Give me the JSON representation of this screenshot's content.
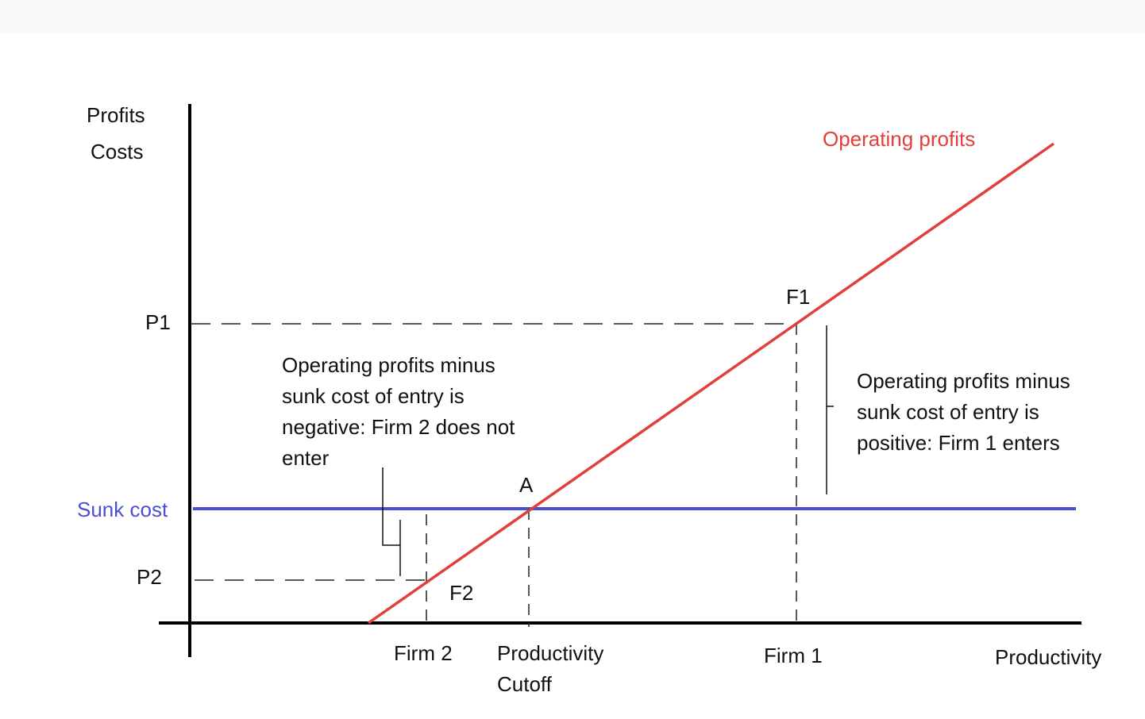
{
  "header": {
    "bar_color": "#f9f9f9"
  },
  "axes": {
    "y_label_line1": "Profits",
    "y_label_line2": "Costs",
    "x_label": "Productivity"
  },
  "y_ticks": {
    "p1": "P1",
    "p2": "P2",
    "sunk_cost": "Sunk cost"
  },
  "x_ticks": {
    "firm2": "Firm 2",
    "cutoff_line1": "Productivity",
    "cutoff_line2": "Cutoff",
    "firm1": "Firm 1"
  },
  "points": {
    "f1": "F1",
    "f2": "F2",
    "a": "A"
  },
  "curves": {
    "operating_profits": {
      "label": "Operating profits",
      "color": "#e0403c"
    },
    "sunk_cost": {
      "label": "Sunk cost",
      "color": "#4a4fd0"
    }
  },
  "annotations": {
    "negative": "Operating profits minus\nsunk cost of entry is\nnegative: Firm 2 does not\nenter",
    "positive": "Operating profits minus\nsunk cost of entry is\npositive: Firm 1 enters"
  }
}
